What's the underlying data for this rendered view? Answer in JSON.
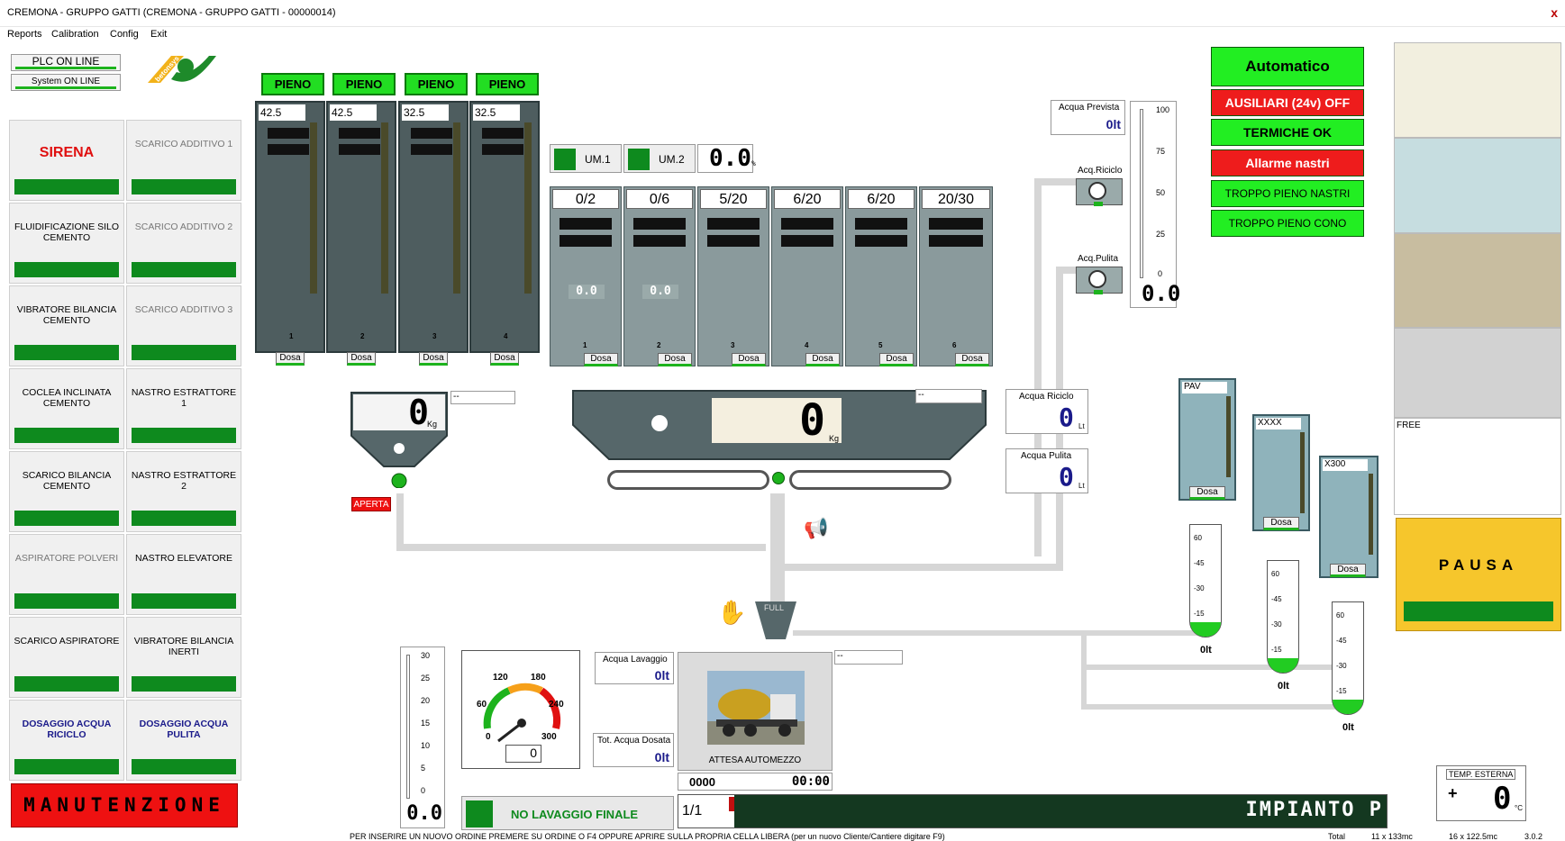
{
  "window": {
    "title": "CREMONA - GRUPPO GATTI (CREMONA - GRUPPO GATTI - 00000014)",
    "close": "x"
  },
  "menu": [
    "Reports",
    "Calibration",
    "Config",
    "Exit"
  ],
  "status": {
    "plc": "PLC ON LINE",
    "system": "System ON LINE",
    "logo": "betonsys"
  },
  "commands": [
    {
      "label": "SIRENA",
      "style": "big"
    },
    {
      "label": "SCARICO ADDITIVO 1",
      "style": "dim"
    },
    {
      "label": "FLUIDIFICAZIONE SILO CEMENTO",
      "style": ""
    },
    {
      "label": "SCARICO ADDITIVO 2",
      "style": "dim"
    },
    {
      "label": "VIBRATORE BILANCIA CEMENTO",
      "style": ""
    },
    {
      "label": "SCARICO ADDITIVO 3",
      "style": "dim"
    },
    {
      "label": "COCLEA INCLINATA CEMENTO",
      "style": ""
    },
    {
      "label": "NASTRO ESTRATTORE 1",
      "style": ""
    },
    {
      "label": "SCARICO BILANCIA CEMENTO",
      "style": ""
    },
    {
      "label": "NASTRO ESTRATTORE 2",
      "style": ""
    },
    {
      "label": "ASPIRATORE POLVERI",
      "style": "dim"
    },
    {
      "label": "NASTRO ELEVATORE",
      "style": ""
    },
    {
      "label": "SCARICO ASPIRATORE",
      "style": ""
    },
    {
      "label": "VIBRATORE BILANCIA INERTI",
      "style": ""
    },
    {
      "label": "DOSAGGIO ACQUA RICICLO",
      "style": "blue"
    },
    {
      "label": "DOSAGGIO ACQUA PULITA",
      "style": "blue"
    }
  ],
  "manutenzione": "MANUTENZIONE",
  "silos": [
    {
      "state": "PIENO",
      "value": "42.5",
      "num": "1",
      "dosa": "Dosa"
    },
    {
      "state": "PIENO",
      "value": "42.5",
      "num": "2",
      "dosa": "Dosa"
    },
    {
      "state": "PIENO",
      "value": "32.5",
      "num": "3",
      "dosa": "Dosa"
    },
    {
      "state": "PIENO",
      "value": "32.5",
      "num": "4",
      "dosa": "Dosa"
    }
  ],
  "humidity": {
    "um1": "UM.1",
    "um2": "UM.2",
    "display": "0.0",
    "unit": "%"
  },
  "bins": [
    {
      "label": "0/2",
      "num": "1",
      "reading": "0.0",
      "dosa": "Dosa"
    },
    {
      "label": "0/6",
      "num": "2",
      "reading": "0.0",
      "dosa": "Dosa"
    },
    {
      "label": "5/20",
      "num": "3",
      "reading": "",
      "dosa": "Dosa"
    },
    {
      "label": "6/20",
      "num": "4",
      "reading": "",
      "dosa": "Dosa"
    },
    {
      "label": "6/20",
      "num": "5",
      "reading": "",
      "dosa": "Dosa"
    },
    {
      "label": "20/30",
      "num": "6",
      "reading": "",
      "dosa": "Dosa"
    }
  ],
  "cement_scale": {
    "value": "0",
    "unit": "Kg",
    "tag": "--",
    "valve": "APERTA"
  },
  "aggregate_scale": {
    "value": "0",
    "unit": "Kg",
    "tag": "--"
  },
  "water": {
    "prevista_label": "Acqua Prevista",
    "prevista_value": "0lt",
    "riciclo_valve": "Acq.Riciclo",
    "pulita_valve": "Acq.Pulita",
    "gauge_ticks": [
      "100",
      "75",
      "50",
      "25",
      "0"
    ],
    "gauge_value": "0.0",
    "riciclo_label": "Acqua Riciclo",
    "riciclo_value": "0",
    "riciclo_unit": "Lt",
    "pulita_label": "Acqua Pulita",
    "pulita_value": "0",
    "pulita_unit": "Lt"
  },
  "status_buttons": {
    "mode": "Automatico",
    "ausiliari": "AUSILIARI (24v) OFF",
    "termiche": "TERMICHE  OK",
    "allarme": "Allarme nastri",
    "troppo_nastri": "TROPPO PIENO NASTRI",
    "troppo_cono": "TROPPO PIENO CONO"
  },
  "additives": [
    {
      "name": "PAV",
      "dosa": "Dosa",
      "total": "0lt"
    },
    {
      "name": "XXXX",
      "dosa": "Dosa",
      "total": "0lt"
    },
    {
      "name": "X300",
      "dosa": "Dosa",
      "total": "0lt"
    }
  ],
  "cyl_ticks": [
    "60",
    "-45",
    "-30",
    "-15"
  ],
  "mixer": {
    "label": "FULL",
    "tag": "--"
  },
  "mixer_gauge": {
    "ticks_left": [
      "30",
      "25",
      "20",
      "15",
      "10",
      "5",
      "0"
    ],
    "readout": "0.0"
  },
  "speedo": {
    "ticks": [
      "0",
      "60",
      "120",
      "180",
      "240",
      "300"
    ],
    "value": "0"
  },
  "lavaggio": {
    "acqua_label": "Acqua Lavaggio",
    "acqua_value": "0lt",
    "tot_label": "Tot. Acqua Dosata",
    "tot_value": "0lt",
    "finale": "NO LAVAGGIO FINALE"
  },
  "truck": {
    "status": "ATTESA AUTOMEZZO",
    "code": "0000",
    "time": "00:00"
  },
  "progress": {
    "page": "1/1",
    "marquee": "IMPIANTO P"
  },
  "swatches": {
    "free": "FREE",
    "colors": [
      "#f2efdf",
      "#c6dde0",
      "#c8bda0",
      "#d2d2d2",
      "#ffffff"
    ]
  },
  "pausa": "PAUSA",
  "temp": {
    "label": "TEMP. ESTERNA",
    "sign": "+",
    "value": "0",
    "unit": "°C"
  },
  "footer": {
    "hint": "PER INSERIRE UN NUOVO ORDINE PREMERE SU ORDINE O F4 OPPURE APRIRE SULLA PROPRIA CELLA LIBERA (per un nuovo Cliente/Cantiere digitare F9)",
    "total": "Total",
    "m1": "11 x 133mc",
    "m2": "16 x 122.5mc",
    "ver": "3.0.2"
  }
}
